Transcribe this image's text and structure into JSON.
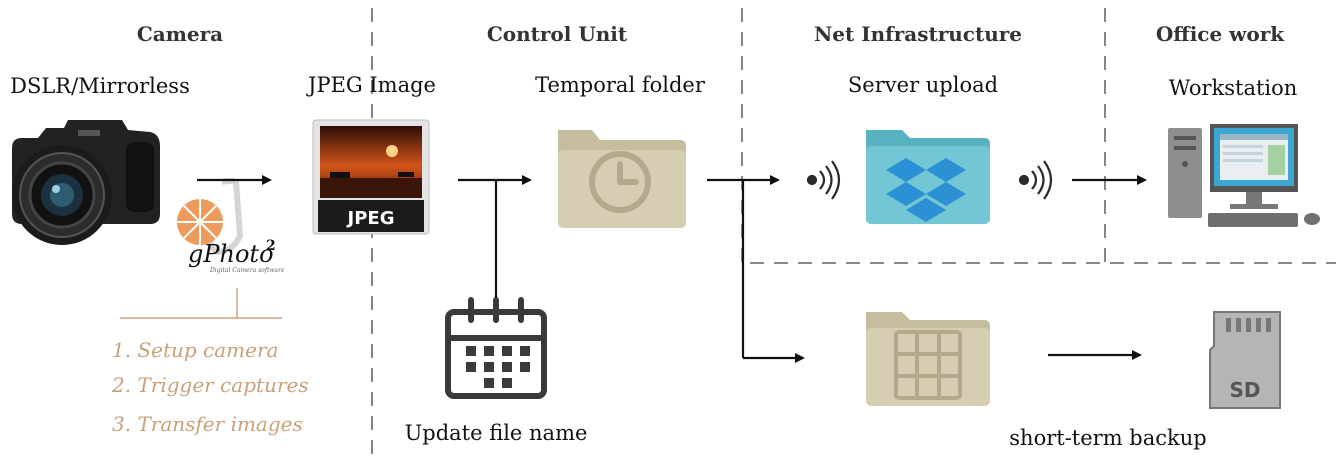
{
  "sections": {
    "camera": "Camera",
    "control_unit": "Control Unit",
    "net_infrastructure": "Net Infrastructure",
    "office_work": "Office work"
  },
  "nodes": {
    "camera_label": "DSLR/Mirrorless",
    "jpeg_label": "JPEG Image",
    "jpeg_badge": "JPEG",
    "temporal_label": "Temporal folder",
    "server_label": "Server upload",
    "workstation_label": "Workstation",
    "update_label": "Update file name",
    "backup_label": "short-term backup",
    "sd_badge": "SD"
  },
  "gphoto": {
    "logo_text": "gPhoto",
    "logo_sup": "2",
    "logo_tagline": "Digital Camera software"
  },
  "steps": [
    "1. Setup camera",
    "2. Trigger captures",
    "3. Transfer images"
  ],
  "colors": {
    "ink": "#1a1a1a",
    "step_text": "#c9a07a",
    "folder_tan": "#d3cbb0",
    "dropbox_teal": "#6fc3d1",
    "dropbox_blue": "#1a8fd6",
    "sd_gray": "#b5b5b5"
  }
}
